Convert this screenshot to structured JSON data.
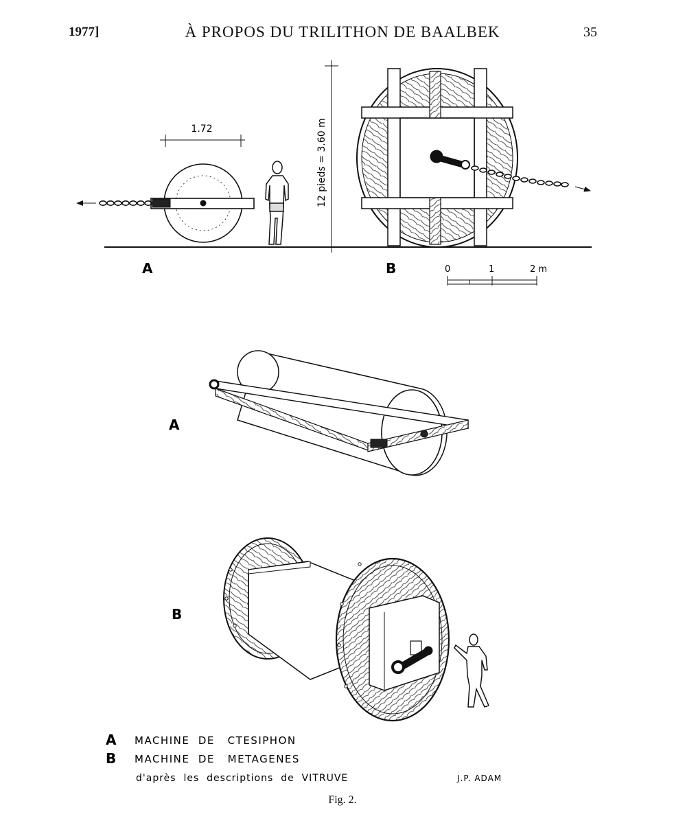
{
  "header": {
    "year": "1977]",
    "title": "À PROPOS DU TRILITHON DE BAALBEK",
    "page_number": "35"
  },
  "figure": {
    "dim_width": "1.72",
    "dim_height": "12 pieds  ≃  3.60 m",
    "label_top_a": "A",
    "label_top_b": "B",
    "scale_0": "0",
    "scale_1": "1",
    "scale_2": "2 m",
    "label_mid_a": "A",
    "label_low_b": "B",
    "legend_a_letter": "A",
    "legend_a_text": "MACHINE  DE   CTESIPHON",
    "legend_b_letter": "B",
    "legend_b_text": "MACHINE  DE   METAGENES",
    "legend_source": "d'après  les  descriptions  de  VITRUVE",
    "author": "J.P. ADAM"
  },
  "caption": "Fig. 2."
}
